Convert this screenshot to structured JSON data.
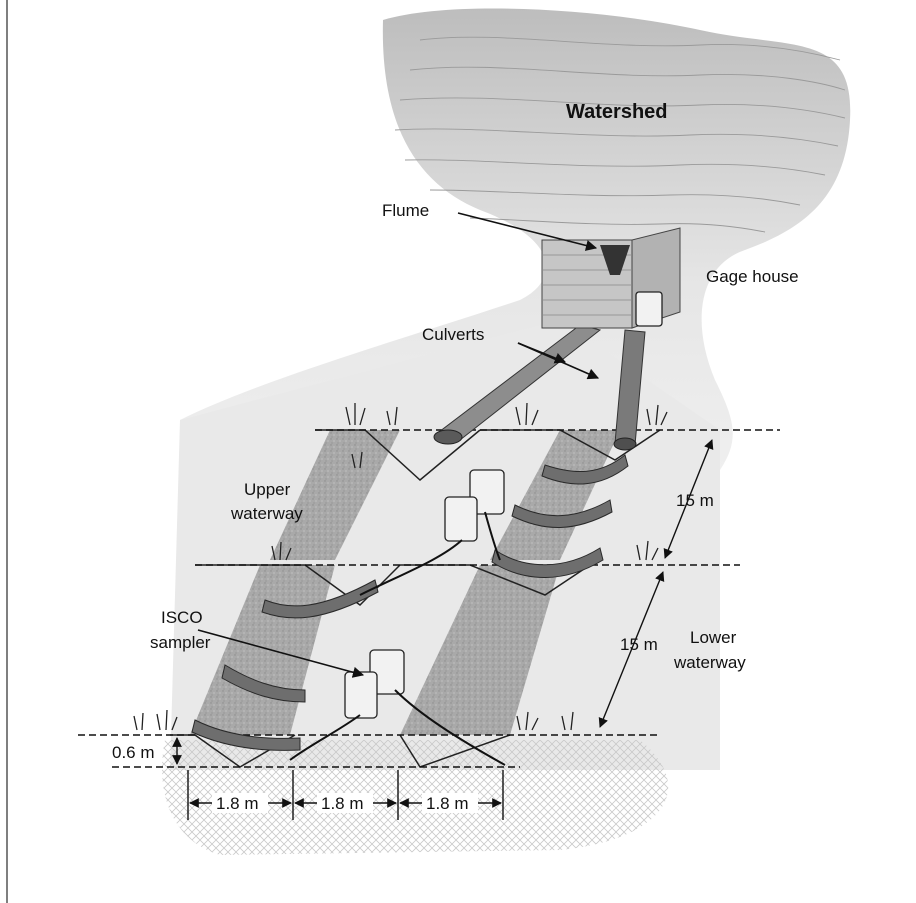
{
  "labels": {
    "watershed": "Watershed",
    "flume": "Flume",
    "gage_house": "Gage house",
    "culverts": "Culverts",
    "upper_waterway_line1": "Upper",
    "upper_waterway_line2": "waterway",
    "isco_line1": "ISCO",
    "isco_line2": "sampler",
    "lower_waterway_line1": "Lower",
    "lower_waterway_line2": "waterway"
  },
  "dimensions": {
    "length_upper": "15 m",
    "length_lower": "15 m",
    "depth": "0.6 m",
    "width_left": "1.8 m",
    "width_middle": "1.8 m",
    "width_right": "1.8 m"
  }
}
